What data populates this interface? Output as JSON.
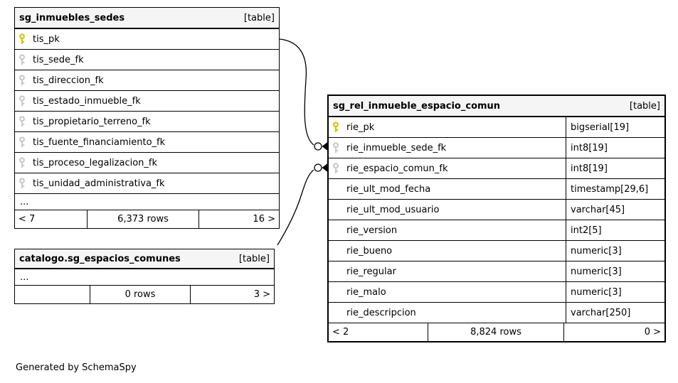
{
  "footer_note": "Generated by SchemaSpy",
  "tables": [
    {
      "title": "sg_inmuebles_sedes",
      "badge": "[table]",
      "columns": [
        {
          "name": "tis_pk",
          "key": "pk"
        },
        {
          "name": "tis_sede_fk",
          "key": "fk"
        },
        {
          "name": "tis_direccion_fk",
          "key": "fk"
        },
        {
          "name": "tis_estado_inmueble_fk",
          "key": "fk"
        },
        {
          "name": "tis_propietario_terreno_fk",
          "key": "fk"
        },
        {
          "name": "tis_fuente_financiamiento_fk",
          "key": "fk"
        },
        {
          "name": "tis_proceso_legalizacion_fk",
          "key": "fk"
        },
        {
          "name": "tis_unidad_administrativa_fk",
          "key": "fk"
        }
      ],
      "ellipsis": "...",
      "footer": {
        "left": "< 7",
        "center": "6,373 rows",
        "right": "16 >"
      }
    },
    {
      "title": "catalogo.sg_espacios_comunes",
      "badge": "[table]",
      "columns": [],
      "ellipsis": "...",
      "footer": {
        "left": "",
        "center": "0 rows",
        "right": "3 >"
      }
    },
    {
      "title": "sg_rel_inmueble_espacio_comun",
      "badge": "[table]",
      "columns": [
        {
          "name": "rie_pk",
          "type": "bigserial[19]",
          "key": "pk"
        },
        {
          "name": "rie_inmueble_sede_fk",
          "type": "int8[19]",
          "key": "fk"
        },
        {
          "name": "rie_espacio_comun_fk",
          "type": "int8[19]",
          "key": "fk"
        },
        {
          "name": "rie_ult_mod_fecha",
          "type": "timestamp[29,6]"
        },
        {
          "name": "rie_ult_mod_usuario",
          "type": "varchar[45]"
        },
        {
          "name": "rie_version",
          "type": "int2[5]"
        },
        {
          "name": "rie_bueno",
          "type": "numeric[3]"
        },
        {
          "name": "rie_regular",
          "type": "numeric[3]"
        },
        {
          "name": "rie_malo",
          "type": "numeric[3]"
        },
        {
          "name": "rie_descripcion",
          "type": "varchar[250]"
        }
      ],
      "ellipsis": "",
      "footer": {
        "left": "< 2",
        "center": "8,824 rows",
        "right": "0 >"
      }
    }
  ],
  "relationships": [
    {
      "from": "sg_inmuebles_sedes.tis_pk",
      "to": "sg_rel_inmueble_espacio_comun.rie_inmueble_sede_fk"
    },
    {
      "from": "catalogo.sg_espacios_comunes",
      "to": "sg_rel_inmueble_espacio_comun.rie_espacio_comun_fk"
    }
  ],
  "colors": {
    "primary_key": "#c9c900",
    "foreign_key": "#c9c9c9",
    "header_bg": "#f5f5f5",
    "border": "#000000"
  }
}
